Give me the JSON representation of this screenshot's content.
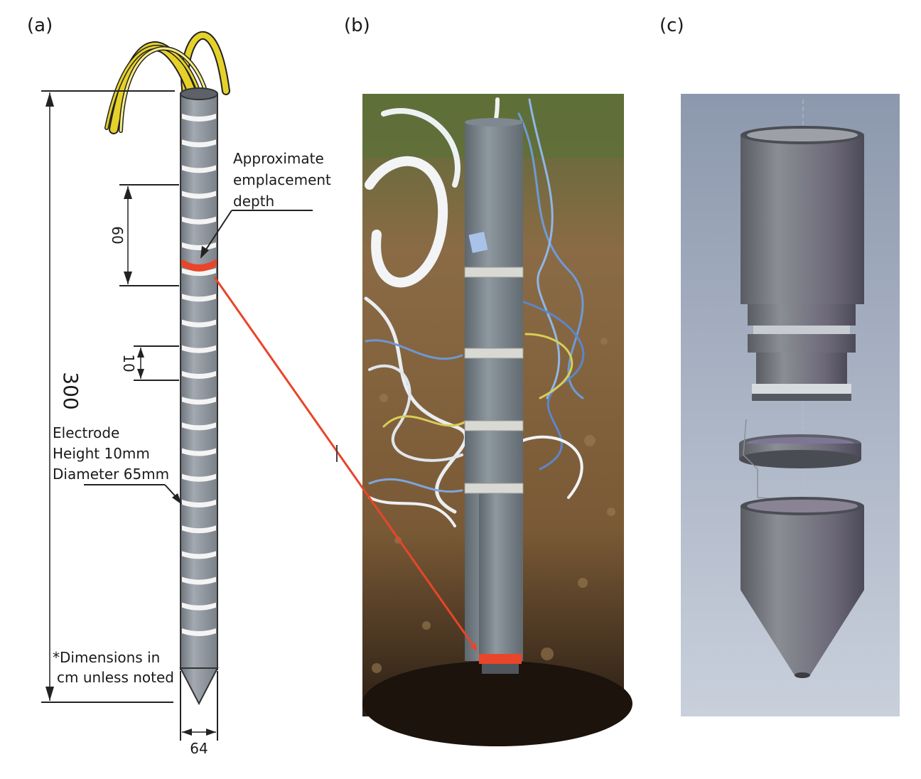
{
  "panels": {
    "a": {
      "label": "(a)"
    },
    "b": {
      "label": "(b)"
    },
    "c": {
      "label": "(c)"
    }
  },
  "annotations": {
    "emplacement": [
      "Approximate",
      "emplacement",
      "depth"
    ],
    "electrode": [
      "Electrode",
      "Height 10mm",
      "Diameter  65mm"
    ],
    "dims_note": [
      "*Dimensions in",
      "cm unless noted"
    ]
  },
  "dimensions": {
    "total_length": "300",
    "depth": "60",
    "spacing": "10",
    "diameter": "64"
  },
  "colors": {
    "probe": "#8f959c",
    "probe_dark": "#6e747a",
    "electrode": "#f4f4f4",
    "marker": "#e8452a",
    "cable": "#e6d12a",
    "photo_soil": "#7a5a36",
    "render_bg": "#9ea9bd"
  },
  "probe": {
    "electrode_count": 21
  }
}
